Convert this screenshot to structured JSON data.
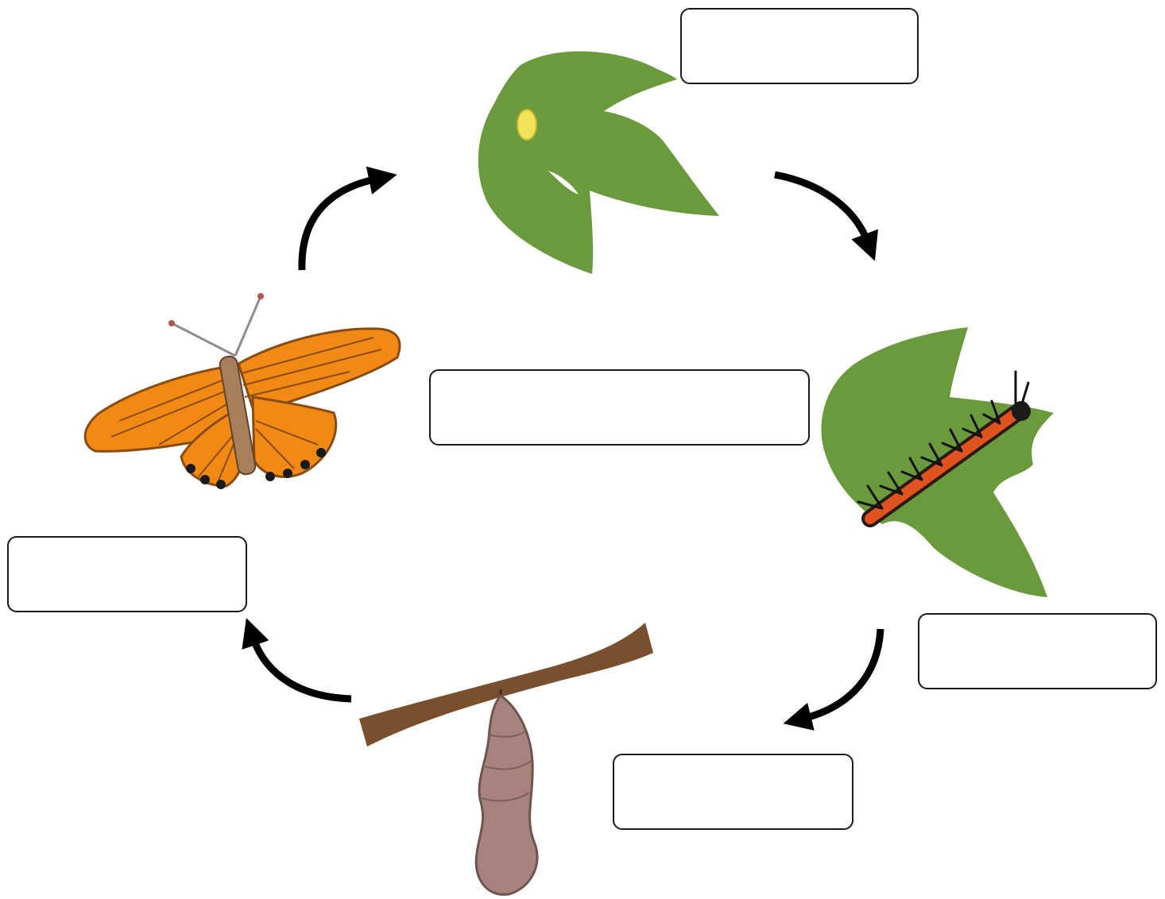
{
  "diagram": {
    "title_box": "",
    "stages": [
      {
        "id": "egg",
        "label": ""
      },
      {
        "id": "larva",
        "label": ""
      },
      {
        "id": "pupa",
        "label": ""
      },
      {
        "id": "adult",
        "label": ""
      }
    ]
  },
  "colors": {
    "leaf": "#6b9a3d",
    "egg": "#f2e25a",
    "caterpillar": "#e0531f",
    "branch": "#7a4f2e",
    "chrysalis": "#a8827c",
    "butterfly": "#f08a14",
    "butterfly_vein": "#8a4a10",
    "arrow": "#000000",
    "box_border": "#1a1a1a"
  },
  "icons": [
    "egg-on-leaf-icon",
    "caterpillar-on-leaf-icon",
    "chrysalis-on-branch-icon",
    "butterfly-icon",
    "cycle-arrow-icon"
  ]
}
